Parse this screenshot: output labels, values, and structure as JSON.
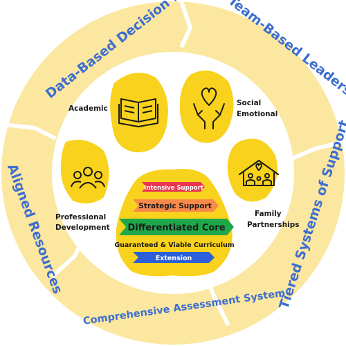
{
  "ring": {
    "segments": [
      {
        "label": "Data-Based Decision Making"
      },
      {
        "label": "Team-Based Leadership"
      },
      {
        "label": "Tiered Systems of Support"
      },
      {
        "label": "Comprehensive Assessment System"
      },
      {
        "label": "Aligned Resources"
      }
    ]
  },
  "toes": [
    {
      "label_line1": "Academic",
      "label_line2": "",
      "icon": "open-book-icon"
    },
    {
      "label_line1": "Social",
      "label_line2": "Emotional",
      "icon": "hands-heart-icon"
    },
    {
      "label_line1": "Family",
      "label_line2": "Partnerships",
      "icon": "family-house-icon"
    },
    {
      "label_line1": "Professional",
      "label_line2": "Development",
      "icon": "people-group-icon"
    }
  ],
  "pad": {
    "tiers": [
      {
        "label": "Intensive Support",
        "color": "#e8364f"
      },
      {
        "label": "Strategic  Support",
        "color": "#f7894a"
      },
      {
        "label": "Differentiated Core",
        "color": "#1fa84a"
      },
      {
        "label": "Guaranteed & Viable Curriculum",
        "color": ""
      },
      {
        "label": "Extension",
        "color": "#2c5fd8"
      }
    ]
  },
  "colors": {
    "ring": "#fbe7a0",
    "ring_edge": "#ffffff",
    "paw": "#f8d21c",
    "ring_text": "#3d6fd0"
  }
}
